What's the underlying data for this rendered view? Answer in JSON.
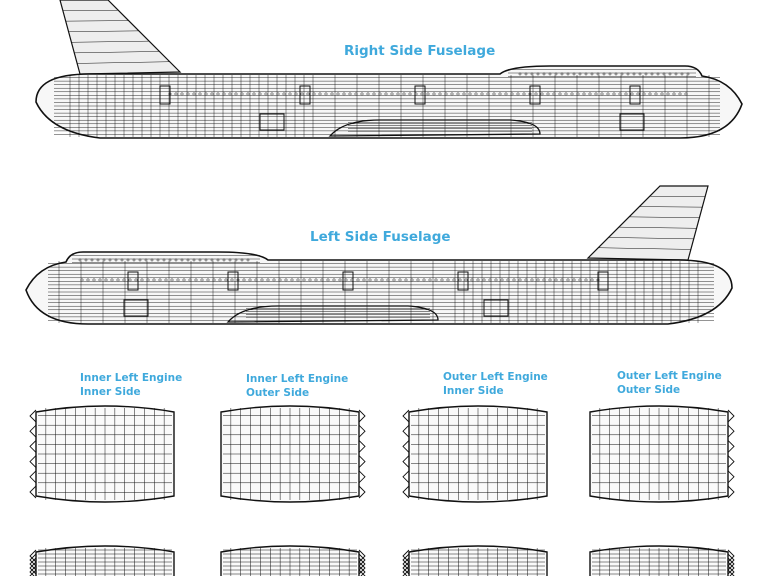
{
  "fuselage_labels": {
    "right": "Right Side Fuselage",
    "left": "Left Side Fuselage"
  },
  "engine_labels": [
    {
      "line1": "Inner Left Engine",
      "line2": "Inner Side"
    },
    {
      "line1": "Inner Left Engine",
      "line2": "Outer Side"
    },
    {
      "line1": "Outer Left Engine",
      "line2": "Inner Side"
    },
    {
      "line1": "Outer Left Engine",
      "line2": "Outer Side"
    }
  ],
  "colors": {
    "label": "#3fa9dc",
    "line": "#111111",
    "tail_fill": "#eeeeee"
  }
}
